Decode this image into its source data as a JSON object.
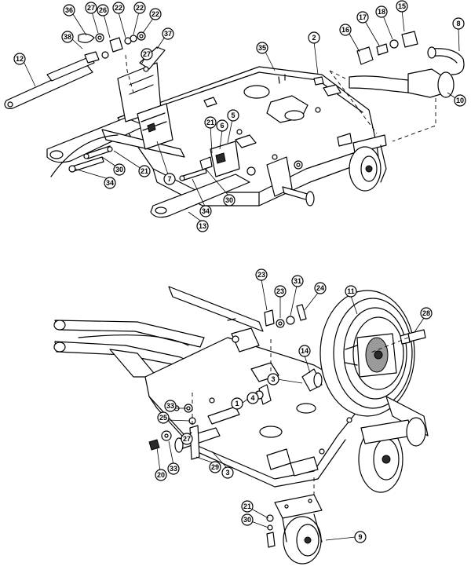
{
  "callouts": {
    "c36": "36",
    "c27a": "27",
    "c26": "26",
    "c22a": "22",
    "c22b": "22",
    "c22c": "22",
    "c38": "38",
    "c37": "37",
    "c12": "12",
    "c35": "35",
    "c2": "2",
    "c16": "16",
    "c17": "17",
    "c18": "18",
    "c15": "15",
    "c8": "8",
    "c10": "10",
    "c21a": "21",
    "c6": "6",
    "c5": "5",
    "c21b": "21",
    "c30a": "30",
    "c7": "7",
    "c34a": "34",
    "c34b": "34",
    "c30b": "30",
    "c13": "13",
    "c23a": "23",
    "c23b": "23",
    "c31": "31",
    "c24": "24",
    "c11": "11",
    "c28": "28",
    "c14": "14",
    "c3a": "3",
    "c1": "1",
    "c4": "4",
    "c33a": "33",
    "c25": "25",
    "c27b": "27",
    "c20": "20",
    "c33b": "33",
    "c29": "29",
    "c3b": "3",
    "c21c": "21",
    "c30c": "30",
    "c9": "9"
  }
}
